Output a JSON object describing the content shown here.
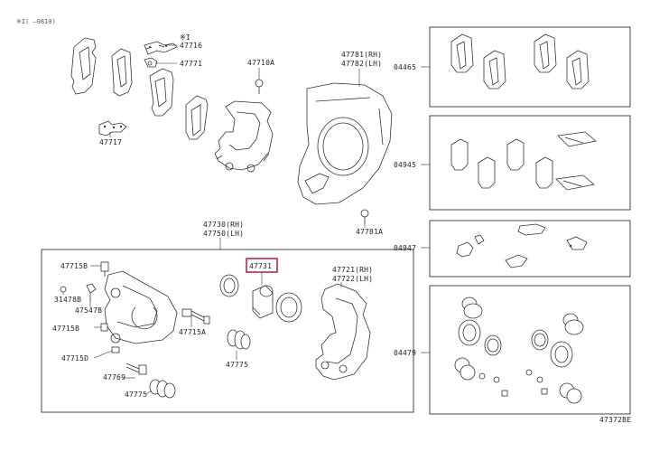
{
  "header": {
    "text": "※I(   —0810)"
  },
  "footer": {
    "code": "47372BE"
  },
  "highlight_color": "#a01030",
  "labels": {
    "l47716": "47716",
    "l47716_tag": "※I",
    "l47771": "47771",
    "l47717": "47717",
    "l47710A": "47710A",
    "l47781_rh": "47781(RH)",
    "l47782_lh": "47782(LH)",
    "l47781A": "47781A",
    "l47730_rh": "47730(RH)",
    "l47750_lh": "47750(LH)",
    "l47715B": "47715B",
    "l31478B": "31478B",
    "l47547B": "47547B",
    "l47715B_2": "47715B",
    "l47715D": "47715D",
    "l47769": "47769",
    "l47775_bottom": "47775",
    "l47731": "47731",
    "l47775_mid": "47775",
    "l47715A": "47715A",
    "l47721_rh": "47721(RH)",
    "l47722_lh": "47722(LH)",
    "kit04465": "04465",
    "kit04945": "04945",
    "kit04947": "04947",
    "kit04479": "04479"
  }
}
